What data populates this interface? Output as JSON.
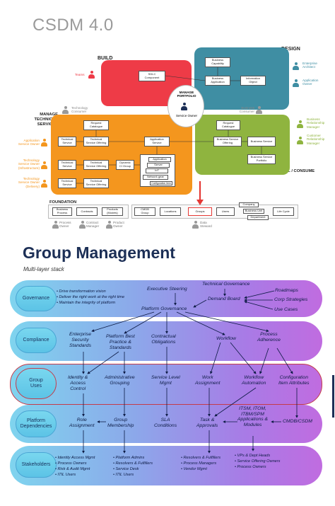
{
  "csdm_title": "CSDM 4.0",
  "stages": {
    "build": "BUILD",
    "design": "DESIGN",
    "manage": "MANAGE\nTECHNICAL SERVICES",
    "sell": "SELL / CONSUME",
    "foundation": "FOUNDATION"
  },
  "center": {
    "label": "MANAGE\nPORTFOLIO",
    "owner": "Service Owner"
  },
  "build_boxes": {
    "sdlc": "SDLC\nComponent"
  },
  "design_boxes": {
    "capability": "Business\nCapability",
    "bizapp": "Business\nApplication",
    "infoobj": "Information\nObject"
  },
  "manage_boxes": {
    "request_catalog": "Request\nCatalogue",
    "tech_service": "Technical\nService",
    "tech_offering": "Technical\nService Offering",
    "dyn_ci": "Dynamic\nCI Group",
    "app_service": "Application\nService",
    "application": "Application",
    "server": "Server",
    "iot": "IoT",
    "network": "Network gear",
    "config": "Configuration Item"
  },
  "sell_boxes": {
    "request_catalog": "Request\nCatalogue",
    "biz_offering": "Business Service\nOffering",
    "biz_service": "Business Service",
    "biz_portfolio": "Business Service\nPortfolio"
  },
  "foundation_boxes": [
    "Business\nProcess",
    "Contracts",
    "Products\n(Models)",
    "CMDB\nGroup",
    "Locations",
    "Groups",
    "Users",
    "Company",
    "Business Unit",
    "Department",
    "Life Cycle"
  ],
  "roles_left": [
    "Technology\nConsumer",
    "Application\nService Owner",
    "Technology\nService Owner\n(Infrastructure)",
    "Technology\nService Owner\n(Delivery)"
  ],
  "roles_right": [
    "Enterprise\nArchitect",
    "Application\nOwner",
    "Business\nRelationship\nManager",
    "Customer\nRelationship\nManager",
    "Business\nConsumer"
  ],
  "roles_other": {
    "teams": "Teams",
    "process_owner": "Process\nOwner",
    "contract_manager": "Contract\nManager",
    "product_owner": "Product\nOwner",
    "data_steward": "Data\nSteward"
  },
  "gm": {
    "title": "Group Management",
    "subtitle": "Multi-layer stack"
  },
  "layers": [
    "Governance",
    "Compliance",
    "Group\nUses",
    "Platform\nDependencies",
    "Stakeholders"
  ],
  "governance": {
    "bullets": [
      "Drive transformation vision",
      "Deliver the right work at the right time",
      "Maintain the integrity of platform"
    ],
    "exec": "Executive Steering",
    "tech_gov": "Technical Governance",
    "demand": "Demand Board",
    "platform_gov": "Platform Governance",
    "roadmaps": "Roadmaps",
    "corp": "Corp Strategies",
    "usecases": "Use Cases"
  },
  "compliance": {
    "ea": "Enterprise\nSecurity\nStandards",
    "pbp": "Platform Best\nPractice &\nStandards",
    "contract": "Contractual\nObligations",
    "workflow": "Workflow",
    "process": "Process\nAdherence"
  },
  "uses": {
    "iac": "Identity &\nAccess\nControl",
    "admin": "Administrative\nGrouping",
    "slm": "Service Level\nMgmt",
    "work": "Work\nAssignment",
    "wfa": "Workflow\nAutomation",
    "cia": "Configuration\nItem Attributes"
  },
  "deps": {
    "role": "Role\nAssignment",
    "group": "Group\nMembership",
    "sla": "SLA\nConditions",
    "tasks": "Task &\nApprovals",
    "itsm": "ITSM, ITOM,\nITBM/SPM\nApplications &\nModules",
    "cmdb": "CMDB/CSDM"
  },
  "stakeholders": {
    "col1": [
      "Identity Access Mgmt",
      "Process Owners",
      "Risk & Audit Mgmt",
      "ITIL Users"
    ],
    "col2": [
      "Platform Admins",
      "Resolvers & Fulfillers",
      "Service Desk",
      "ITIL Users"
    ],
    "col3": [
      "Resolvers & Fulfillers",
      "Process  Managers",
      "Vendor Mgmt"
    ],
    "col4": [
      "VPs & Dept Heads",
      "Service Offering Owners",
      "Process Owners"
    ]
  },
  "colors": {
    "build": "#ee3b47",
    "design": "#3f8ea3",
    "manage": "#f4961e",
    "sell": "#8fb43f",
    "navy": "#1c2f56",
    "band_start": "#7fd4ee",
    "band_end": "#c06ce0"
  }
}
